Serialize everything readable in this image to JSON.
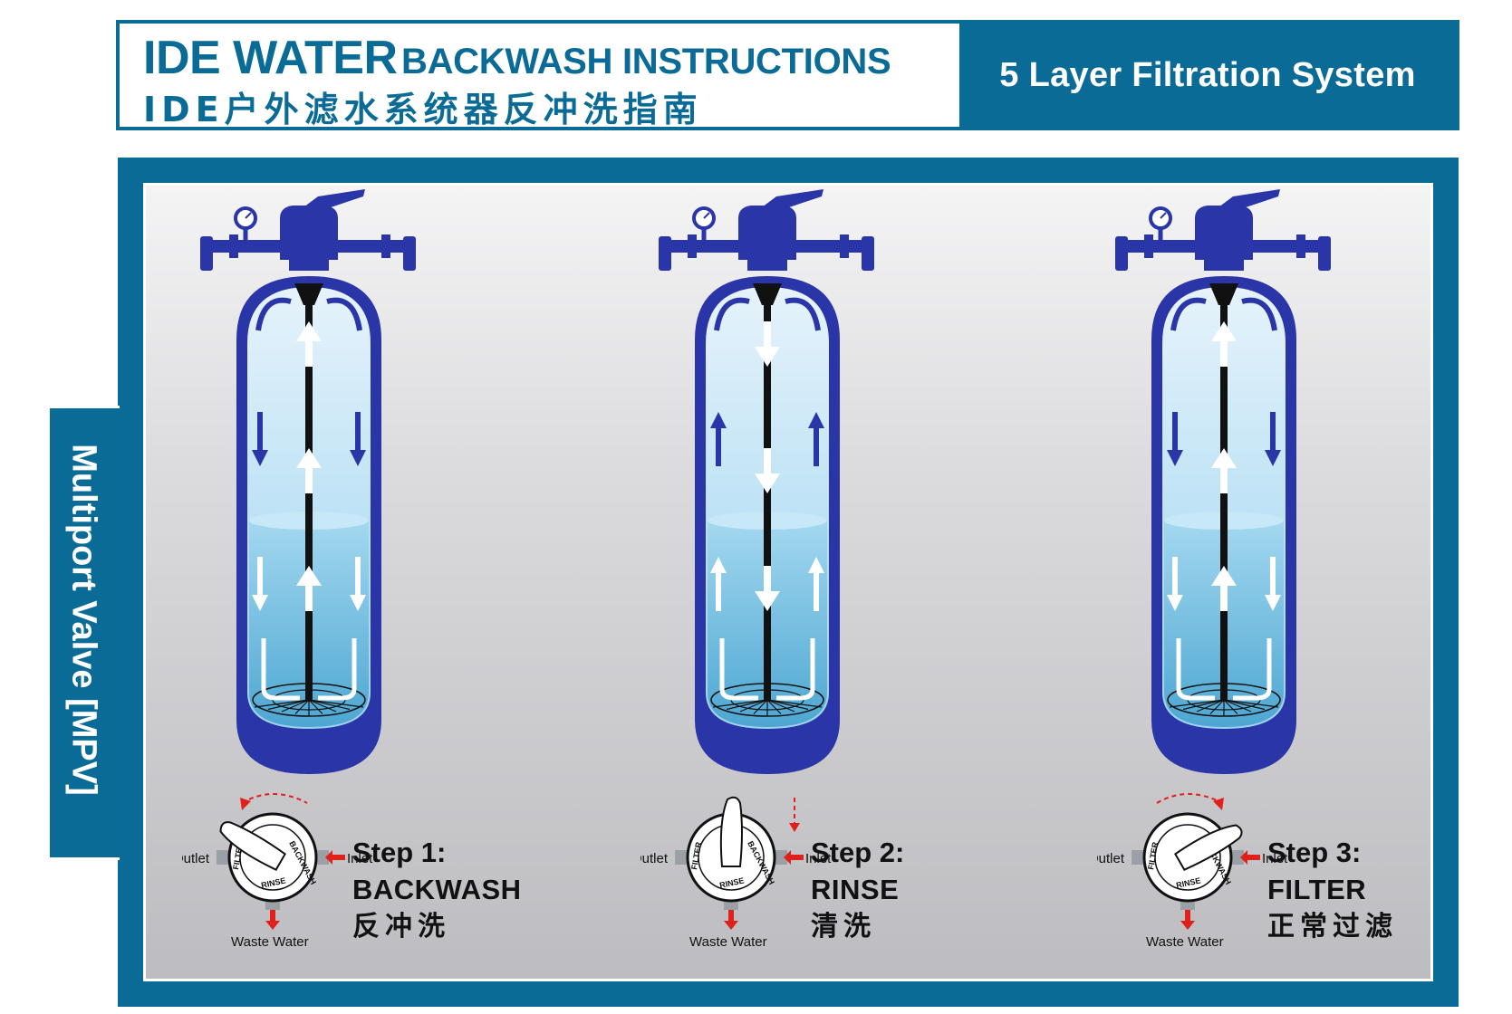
{
  "header": {
    "brand": "IDE WATER",
    "title": "BACKWASH INSTRUCTIONS",
    "title_cn": "IDE户外滤水系统器反冲洗指南",
    "subtitle": "5 Layer Filtration System"
  },
  "side_label": "Multiport Valve [MPV]",
  "colors": {
    "brand_blue": "#0a6b96",
    "tank_blue": "#2a35a8",
    "arrow_red": "#e0201b"
  },
  "steps": [
    {
      "title": "Step 1:",
      "mode": "BACKWASH",
      "mode_cn": "反冲洗",
      "dial_labels": [
        "BACKWASH",
        "FILTER",
        "RINSE"
      ],
      "outlet": "Outlet",
      "inlet": "Inlet",
      "waste": "Waste Water",
      "flow": "up"
    },
    {
      "title": "Step 2:",
      "mode": "RINSE",
      "mode_cn": "清洗",
      "dial_labels": [
        "BACKWASH",
        "FILTER",
        "RINSE"
      ],
      "outlet": "Outlet",
      "inlet": "Inlet",
      "waste": "Waste Water",
      "flow": "down"
    },
    {
      "title": "Step 3:",
      "mode": "FILTER",
      "mode_cn": "正常过滤",
      "dial_labels": [
        "BACKWASH",
        "FILTER",
        "RINSE"
      ],
      "outlet": "Outlet",
      "inlet": "Inlet",
      "waste": "Waste Water",
      "flow": "up"
    }
  ]
}
